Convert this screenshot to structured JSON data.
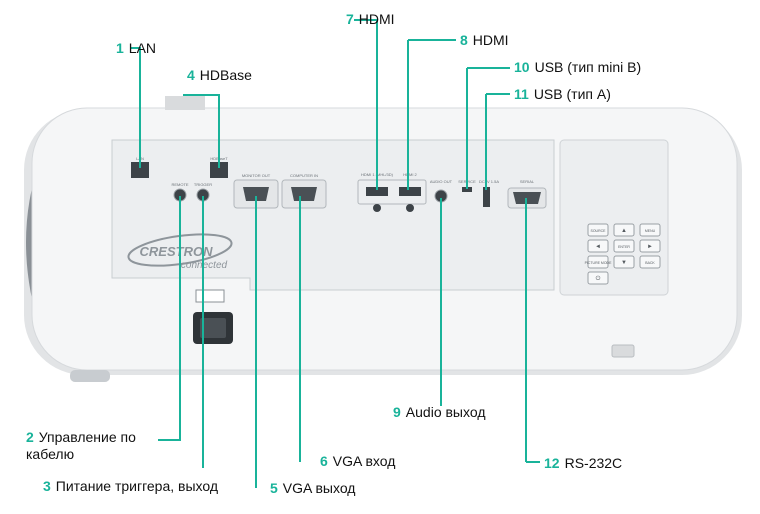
{
  "callouts": [
    {
      "num": "1",
      "label": "LAN"
    },
    {
      "num": "2",
      "label": "Управление по кабелю"
    },
    {
      "num": "3",
      "label": "Питание триггера, выход"
    },
    {
      "num": "4",
      "label": "HDBase"
    },
    {
      "num": "5",
      "label": "VGA выход"
    },
    {
      "num": "6",
      "label": "VGA вход"
    },
    {
      "num": "7",
      "label": "HDMI"
    },
    {
      "num": "8",
      "label": "HDMI"
    },
    {
      "num": "9",
      "label": "Audio выход"
    },
    {
      "num": "10",
      "label": "USB (тип mini B)"
    },
    {
      "num": "11",
      "label": "USB (тип A)"
    },
    {
      "num": "12",
      "label": "RS-232C"
    }
  ],
  "panel_labels": {
    "lan": "LAN",
    "hdbaset": "HDBaseT",
    "remote": "REMOTE",
    "trigger": "TRIGGER",
    "monitor_out": "MONITOR OUT",
    "computer_in": "COMPUTER IN",
    "hdmi1": "HDMI 1 (MHL/3D)",
    "hdmi2": "HDMI 2",
    "audio_out": "AUDIO OUT",
    "service": "SERVICE",
    "dc5v": "DC5V 1.5A",
    "serial": "SERIAL",
    "crestron": "CRESTRON",
    "connected": "connected"
  },
  "keypad": [
    "SOURCE",
    "▲",
    "MENU",
    "◄",
    "ENTER",
    "►",
    "PICTURE MODE",
    "▼",
    "BACK",
    "⏻"
  ],
  "colors": {
    "accent": "#19b39a",
    "housing": "#f4f5f6",
    "panel": "#e9ebed"
  }
}
